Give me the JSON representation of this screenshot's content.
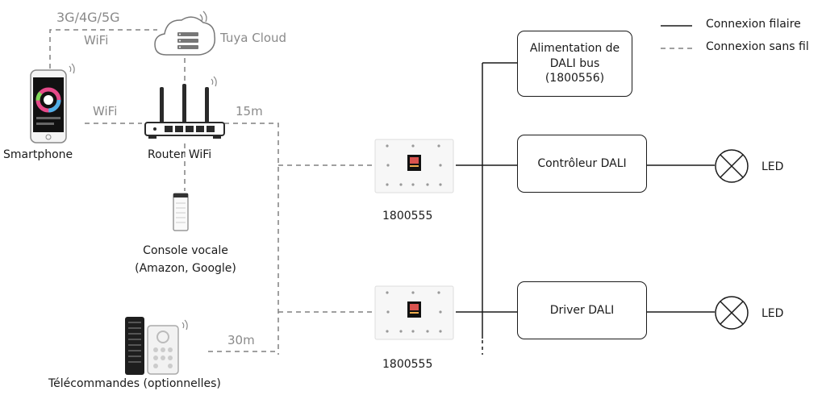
{
  "network": {
    "mobile_label": "3G/4G/5G",
    "wifi_label_top": "WiFi",
    "wifi_label_mid": "WiFi",
    "cloud_label": "Tuya Cloud",
    "distance_router": "15m",
    "distance_remote": "30m"
  },
  "devices": {
    "smartphone": "Smartphone",
    "router": "Router WiFi",
    "voice_console_line1": "Console vocale",
    "voice_console_line2": "(Amazon, Google)",
    "remotes": "Télécommandes (optionnelles)"
  },
  "panels": {
    "panel_top_id": "1800555",
    "panel_bottom_id": "1800555"
  },
  "dali": {
    "power_supply": "Alimentation de\nDALI bus\n(1800556)",
    "controller": "Contrôleur DALI",
    "driver": "Driver DALI",
    "led_top": "LED",
    "led_bottom": "LED"
  },
  "legend": {
    "wired": "Connexion filaire",
    "wireless": "Connexion sans fil"
  },
  "colors": {
    "line": "#1a1a1a",
    "dashed": "#808080",
    "muted_text": "#8a8a8a"
  }
}
